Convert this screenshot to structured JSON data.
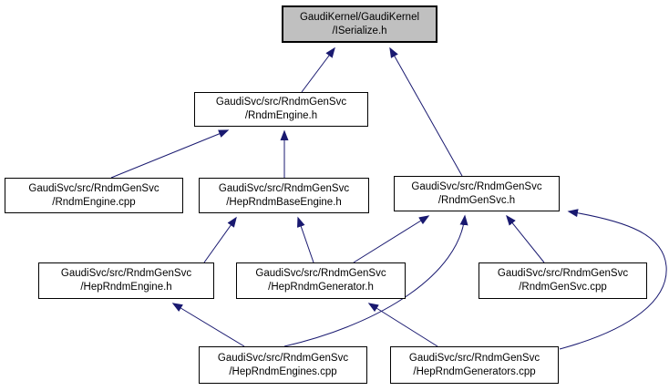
{
  "diagram": {
    "type": "include-dependency-graph",
    "background_color": "#ffffff",
    "edge_color": "#191970",
    "node_border_color": "#000000",
    "node_fill": "#ffffff",
    "highlight_fill": "#c0c0c0",
    "nodes": [
      {
        "id": "iserialize_h",
        "line1": "GaudiKernel/GaudiKernel",
        "line2": "/ISerialize.h",
        "highlighted": true
      },
      {
        "id": "rndmengine_h",
        "line1": "GaudiSvc/src/RndmGenSvc",
        "line2": "/RndmEngine.h",
        "highlighted": false
      },
      {
        "id": "rndmengine_cpp",
        "line1": "GaudiSvc/src/RndmGenSvc",
        "line2": "/RndmEngine.cpp",
        "highlighted": false
      },
      {
        "id": "heprndmbaseengine_h",
        "line1": "GaudiSvc/src/RndmGenSvc",
        "line2": "/HepRndmBaseEngine.h",
        "highlighted": false
      },
      {
        "id": "rndmgensvc_h",
        "line1": "GaudiSvc/src/RndmGenSvc",
        "line2": "/RndmGenSvc.h",
        "highlighted": false
      },
      {
        "id": "heprndmengine_h",
        "line1": "GaudiSvc/src/RndmGenSvc",
        "line2": "/HepRndmEngine.h",
        "highlighted": false
      },
      {
        "id": "heprndmgenerator_h",
        "line1": "GaudiSvc/src/RndmGenSvc",
        "line2": "/HepRndmGenerator.h",
        "highlighted": false
      },
      {
        "id": "rndmgensvc_cpp",
        "line1": "GaudiSvc/src/RndmGenSvc",
        "line2": "/RndmGenSvc.cpp",
        "highlighted": false
      },
      {
        "id": "heprndmengines_cpp",
        "line1": "GaudiSvc/src/RndmGenSvc",
        "line2": "/HepRndmEngines.cpp",
        "highlighted": false
      },
      {
        "id": "heprndmgenerators_cpp",
        "line1": "GaudiSvc/src/RndmGenSvc",
        "line2": "/HepRndmGenerators.cpp",
        "highlighted": false
      }
    ],
    "edges": [
      {
        "from": "rndmengine_h",
        "to": "iserialize_h"
      },
      {
        "from": "rndmgensvc_h",
        "to": "iserialize_h"
      },
      {
        "from": "rndmengine_cpp",
        "to": "rndmengine_h"
      },
      {
        "from": "heprndmbaseengine_h",
        "to": "rndmengine_h"
      },
      {
        "from": "heprndmengine_h",
        "to": "heprndmbaseengine_h"
      },
      {
        "from": "heprndmgenerator_h",
        "to": "heprndmbaseengine_h"
      },
      {
        "from": "heprndmgenerator_h",
        "to": "rndmgensvc_h"
      },
      {
        "from": "rndmgensvc_cpp",
        "to": "rndmgensvc_h"
      },
      {
        "from": "heprndmengines_cpp",
        "to": "heprndmengine_h"
      },
      {
        "from": "heprndmengines_cpp",
        "to": "rndmgensvc_h"
      },
      {
        "from": "heprndmgenerators_cpp",
        "to": "heprndmgenerator_h"
      },
      {
        "from": "heprndmgenerators_cpp",
        "to": "rndmgensvc_h"
      }
    ]
  }
}
